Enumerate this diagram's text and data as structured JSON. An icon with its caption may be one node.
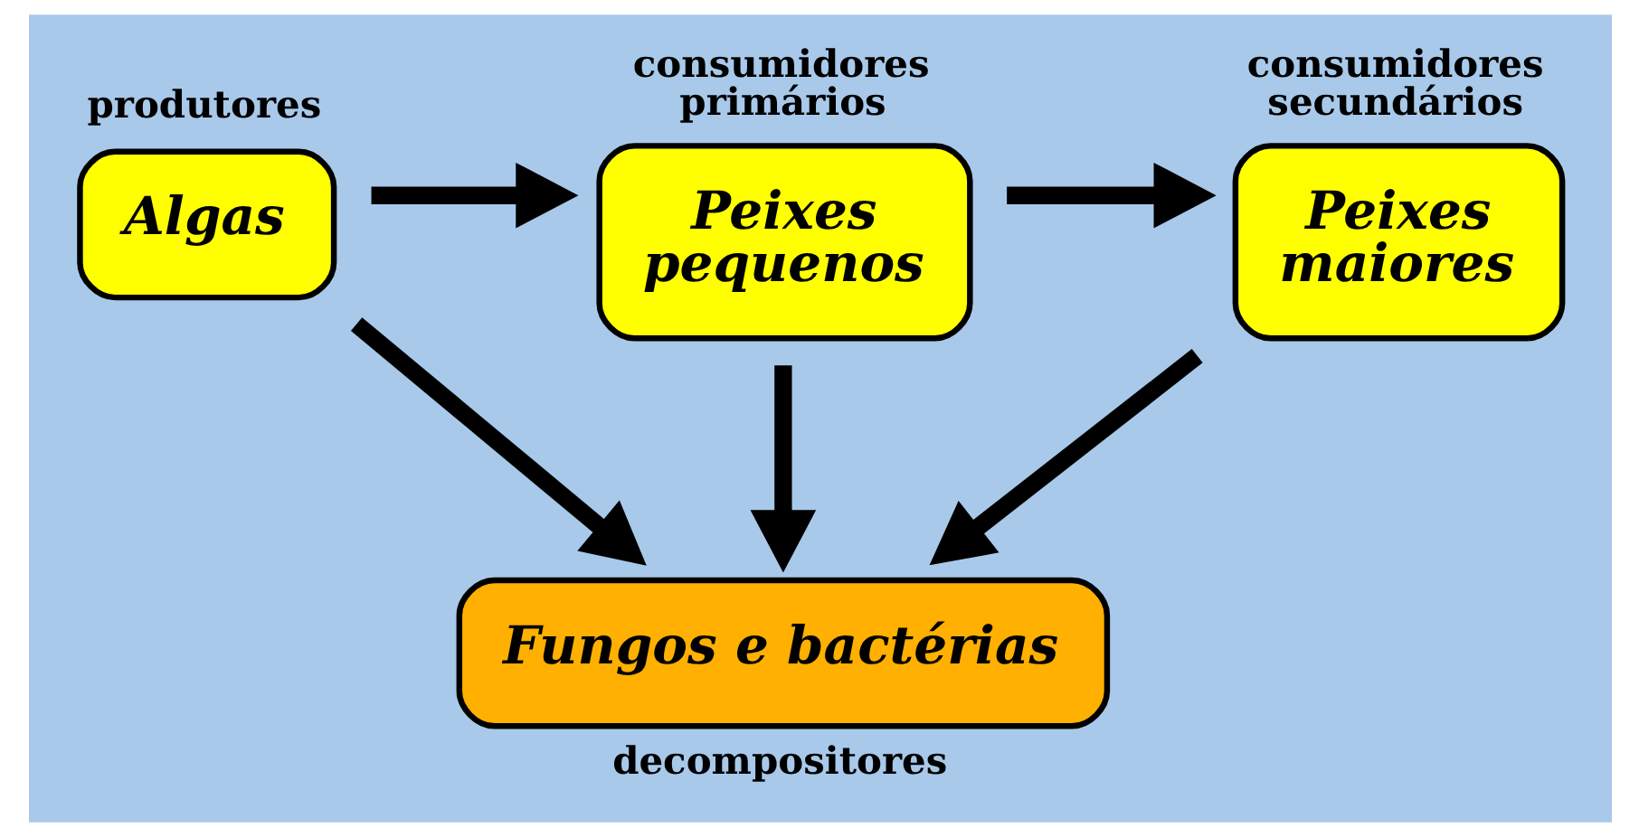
{
  "diagram": {
    "nodes": [
      {
        "text": [
          "produtores",
          "Algas"
        ]
      },
      {
        "text": [
          "consumidores primários",
          "Peixes pequenos"
        ]
      },
      {
        "text": [
          "consumidores secundários",
          "Peixes maiores"
        ]
      },
      {
        "text": [
          "Fungos e bactérias",
          "decompositores"
        ]
      }
    ],
    "edges": [
      {
        "from": 0,
        "to": 1,
        "arrow": "to"
      },
      {
        "from": 1,
        "to": 2,
        "arrow": "to"
      },
      {
        "from": 0,
        "to": 3,
        "arrow": "to"
      },
      {
        "from": 1,
        "to": 3,
        "arrow": "to"
      },
      {
        "from": 2,
        "to": 3,
        "arrow": "to"
      }
    ]
  }
}
